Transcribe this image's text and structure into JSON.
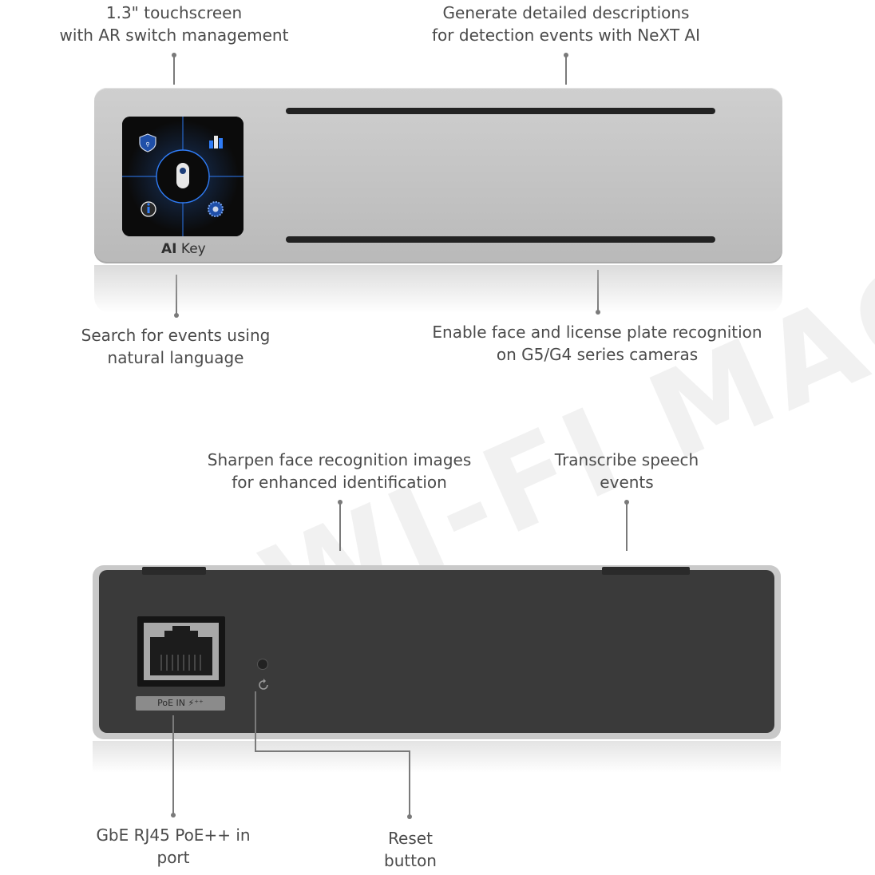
{
  "callouts": {
    "touchscreen": [
      "1.3\" touchscreen",
      "with AR switch management"
    ],
    "descriptions": [
      "Generate detailed descriptions",
      "for detection events with NeXT AI"
    ],
    "search": [
      "Search for events using",
      "natural language"
    ],
    "recognition": [
      "Enable face and license plate recognition",
      "on G5/G4 series cameras"
    ],
    "sharpen": [
      "Sharpen face recognition images",
      "for enhanced identification"
    ],
    "transcribe": [
      "Transcribe speech",
      "events"
    ],
    "rj45": [
      "GbE RJ45 PoE++ in",
      "port"
    ],
    "reset": [
      "Reset",
      "button"
    ]
  },
  "device": {
    "brand_bold": "AI",
    "brand_rest": " Key",
    "poe_label": "PoE IN ⚡⁺⁺"
  },
  "watermark": "WI-FI MAG",
  "colors": {
    "icon_blue": "#2f7cf6",
    "screen_bg": "#0b0b0b",
    "rear_panel": "#3a3a3a",
    "chassis": "#c4c4c4"
  }
}
